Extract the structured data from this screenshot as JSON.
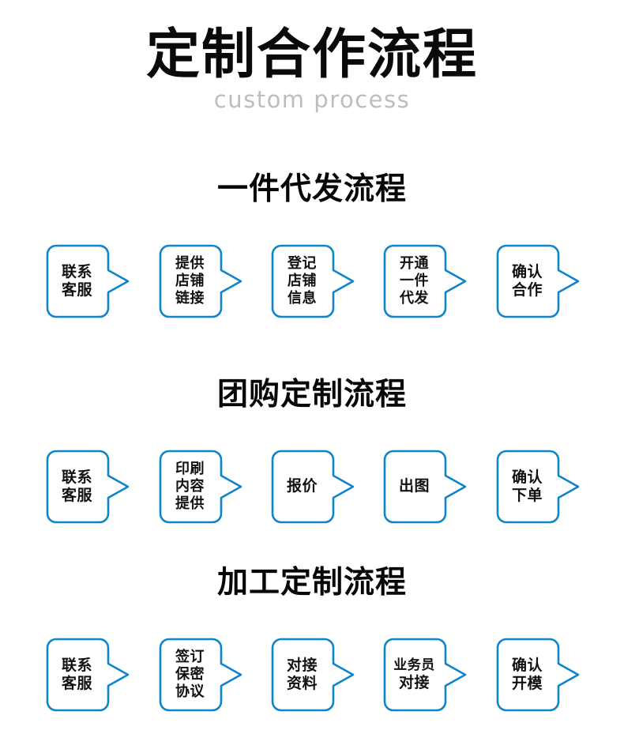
{
  "header": {
    "title": "定制合作流程",
    "subtitle": "custom process"
  },
  "theme": {
    "accent": "#0f85c9",
    "title_color": "#0a0a0a",
    "subtitle_color": "#bdbdbd",
    "box_text_color": "#111111",
    "background": "#ffffff"
  },
  "sections": [
    {
      "heading": "一件代发流程",
      "steps": [
        {
          "lines": [
            "联系",
            "客服"
          ]
        },
        {
          "lines": [
            "提供",
            "店铺",
            "链接"
          ]
        },
        {
          "lines": [
            "登记",
            "店铺",
            "信息"
          ]
        },
        {
          "lines": [
            "开通",
            "一件",
            "代发"
          ]
        },
        {
          "lines": [
            "确认",
            "合作"
          ]
        }
      ]
    },
    {
      "heading": "团购定制流程",
      "steps": [
        {
          "lines": [
            "联系",
            "客服"
          ]
        },
        {
          "lines": [
            "印刷",
            "内容",
            "提供"
          ]
        },
        {
          "lines": [
            "报价"
          ]
        },
        {
          "lines": [
            "出图"
          ]
        },
        {
          "lines": [
            "确认",
            "下单"
          ]
        }
      ]
    },
    {
      "heading": "加工定制流程",
      "steps": [
        {
          "lines": [
            "联系",
            "客服"
          ]
        },
        {
          "lines": [
            "签订",
            "保密",
            "协议"
          ]
        },
        {
          "lines": [
            "对接",
            "资料"
          ]
        },
        {
          "lines": [
            "业务员",
            "对接"
          ]
        },
        {
          "lines": [
            "确认",
            "开模"
          ]
        }
      ]
    }
  ]
}
